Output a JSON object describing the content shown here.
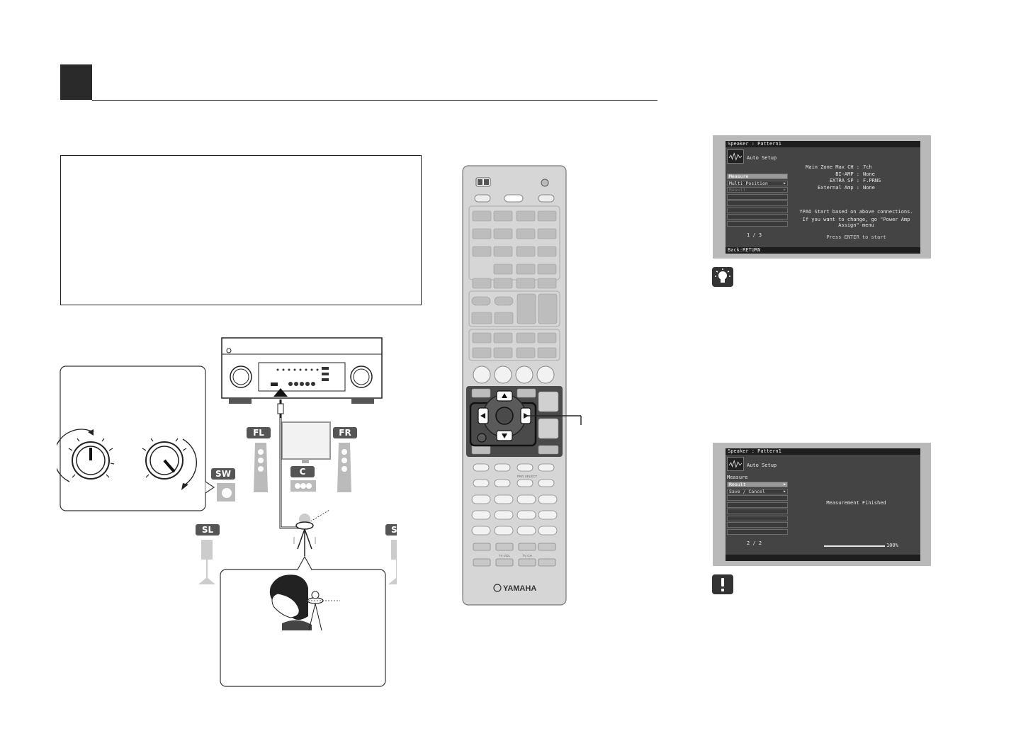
{
  "screen1": {
    "title": "Speaker : Pattern1",
    "heading": "Auto Setup",
    "menu": [
      "Measure",
      "Multi Position",
      "Result",
      "",
      "",
      "",
      "",
      "",
      ""
    ],
    "page": "1 / 3",
    "config_labels": [
      "Main Zone Max CH :",
      "BI-AMP :",
      "EXTRA SP :",
      "External Amp :"
    ],
    "config_values": [
      "7ch",
      "None",
      "F.PRNS",
      "None"
    ],
    "message_line1": "YPAO Start based on above connections.",
    "message_line2": "If you want to change, go \"Power Amp",
    "message_line3": "Assign\" menu",
    "prompt": "Press ENTER to start",
    "footer": "Back:RETURN"
  },
  "screen2": {
    "title": "Speaker : Pattern1",
    "heading": "Auto Setup",
    "section": "Measure",
    "menu": [
      "Result",
      "Save / Cancel",
      "",
      "",
      "",
      "",
      "",
      ""
    ],
    "page": "2 / 2",
    "message": "Measurement Finished",
    "progress": 1.0,
    "progress_label": "100%"
  },
  "diagram": {
    "speakers": [
      "FL",
      "FR",
      "SW",
      "C",
      "SL",
      "SR"
    ]
  },
  "remote": {
    "brand": "YAMAHA",
    "labels": {
      "tv_vol": "TV VOL",
      "tv_ch": "TV CH",
      "prog_select": "PRG SELECT"
    }
  }
}
